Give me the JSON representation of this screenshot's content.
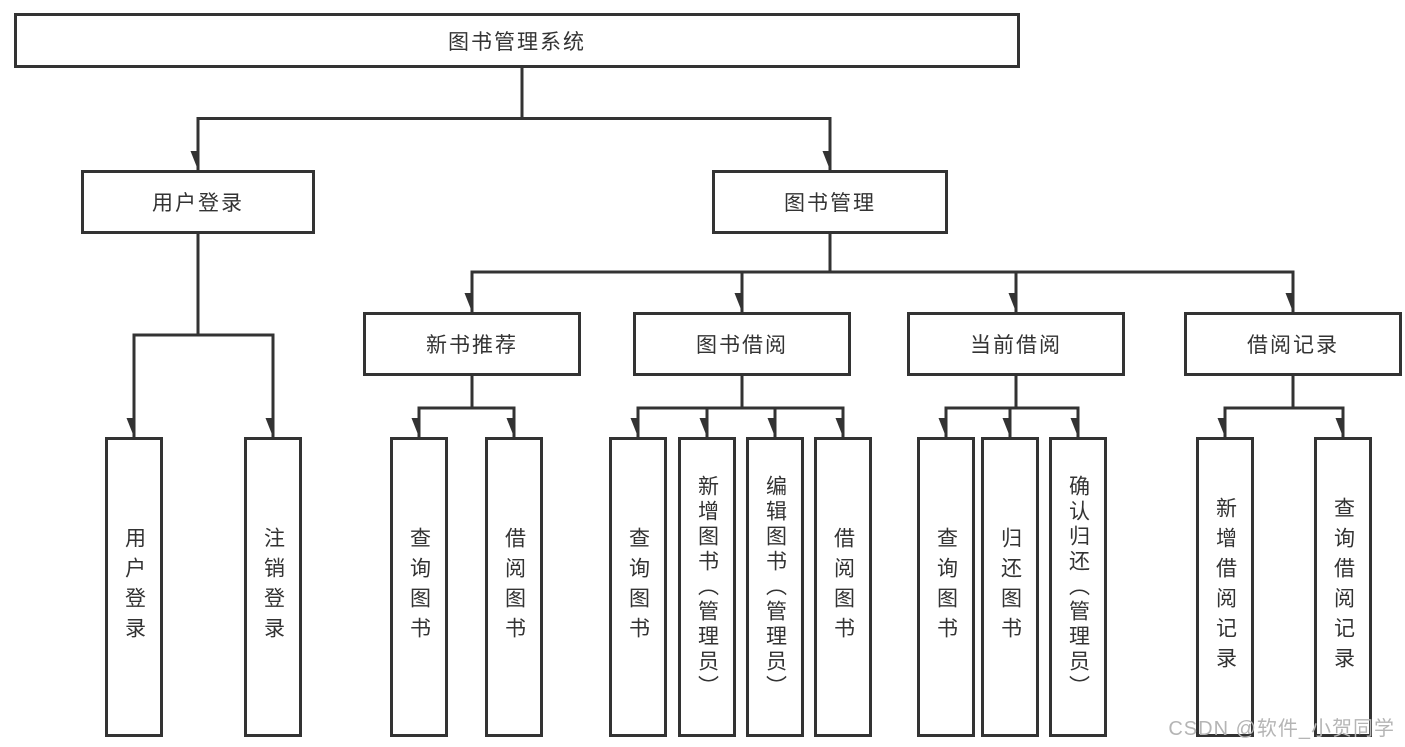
{
  "diagram": {
    "root": {
      "label": "图书管理系统"
    },
    "branches": [
      {
        "label": "用户登录"
      },
      {
        "label": "图书管理"
      }
    ],
    "modules": [
      {
        "label": "新书推荐"
      },
      {
        "label": "图书借阅"
      },
      {
        "label": "当前借阅"
      },
      {
        "label": "借阅记录"
      }
    ],
    "leaves": [
      {
        "label": "用户登录"
      },
      {
        "label": "注销登录"
      },
      {
        "label": "查询图书"
      },
      {
        "label": "借阅图书"
      },
      {
        "label": "查询图书"
      },
      {
        "label": "新增图书（管理员）"
      },
      {
        "label": "编辑图书（管理员）"
      },
      {
        "label": "借阅图书"
      },
      {
        "label": "查询图书"
      },
      {
        "label": "归还图书"
      },
      {
        "label": "确认归还（管理员）"
      },
      {
        "label": "新增借阅记录"
      },
      {
        "label": "查询借阅记录"
      }
    ],
    "watermark": "CSDN @软件_小贺同学",
    "colors": {
      "line": "#333333",
      "text": "#333333",
      "background": "#ffffff",
      "watermark": "#b5b5b5"
    }
  }
}
